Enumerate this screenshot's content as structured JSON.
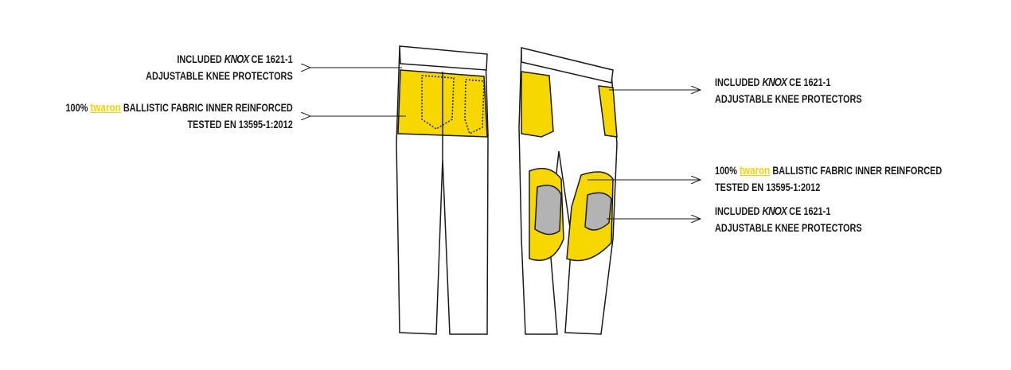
{
  "colors": {
    "accent": "#f7d700",
    "pad": "#b3b3b3",
    "line": "#1a1a1a"
  },
  "callouts": [
    {
      "id": "left-knee",
      "pre": "INCLUDED",
      "brand": "KNOX",
      "post": "CE 1621-1",
      "line2": "ADJUSTABLE KNEE PROTECTORS"
    },
    {
      "id": "left-twaron",
      "pre": "100%",
      "brand": "twaron",
      "post": "BALLISTIC FABRIC INNER REINFORCED",
      "line2": "TESTED EN 13595-1:2012"
    },
    {
      "id": "right-knee-top",
      "pre": "INCLUDED",
      "brand": "KNOX",
      "post": "CE 1621-1",
      "line2": "ADJUSTABLE KNEE PROTECTORS"
    },
    {
      "id": "right-twaron",
      "pre": "100%",
      "brand": "twaron",
      "post": "BALLISTIC FABRIC INNER REINFORCED",
      "line2": "TESTED EN 13595-1:2012"
    },
    {
      "id": "right-knee",
      "pre": "INCLUDED",
      "brand": "KNOX",
      "post": "CE 1621-1",
      "line2": "ADJUSTABLE KNEE PROTECTORS"
    }
  ]
}
